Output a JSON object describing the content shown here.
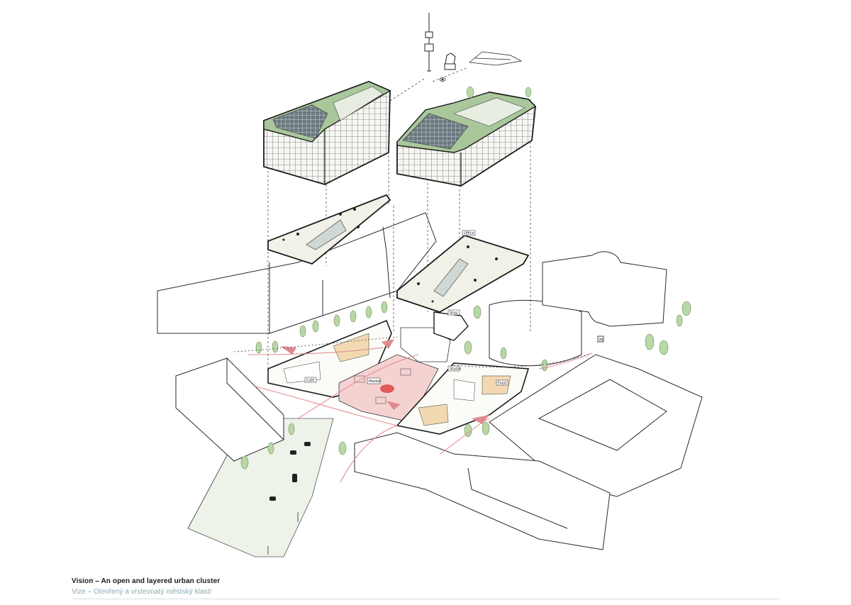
{
  "caption": {
    "title": "Vision – An open and layered urban cluster",
    "subtitle": "Vize – Otevřený a vrstevnatý městský klastr"
  },
  "colors": {
    "line": "#2b2b2b",
    "roof_green": "#a9c79b",
    "tree_green": "#b8d8a5",
    "interior_warm": "#f3d9b2",
    "interior_pink": "#f5d2d2",
    "accent_red": "#e05a5a",
    "road": "#eef3ea",
    "plate_fill": "#f1f1e8",
    "water": "#cfd8d4"
  },
  "labels": {
    "plate_right": "Office",
    "pink_square": "Market",
    "left_room": "Café",
    "right_room_1": "Studio",
    "right_room_2": "Food",
    "station": "Stop"
  },
  "icons": [
    "tv-tower-icon",
    "statue-icon",
    "building-skyline-icon",
    "eye-icon",
    "metro-sign-icon"
  ]
}
